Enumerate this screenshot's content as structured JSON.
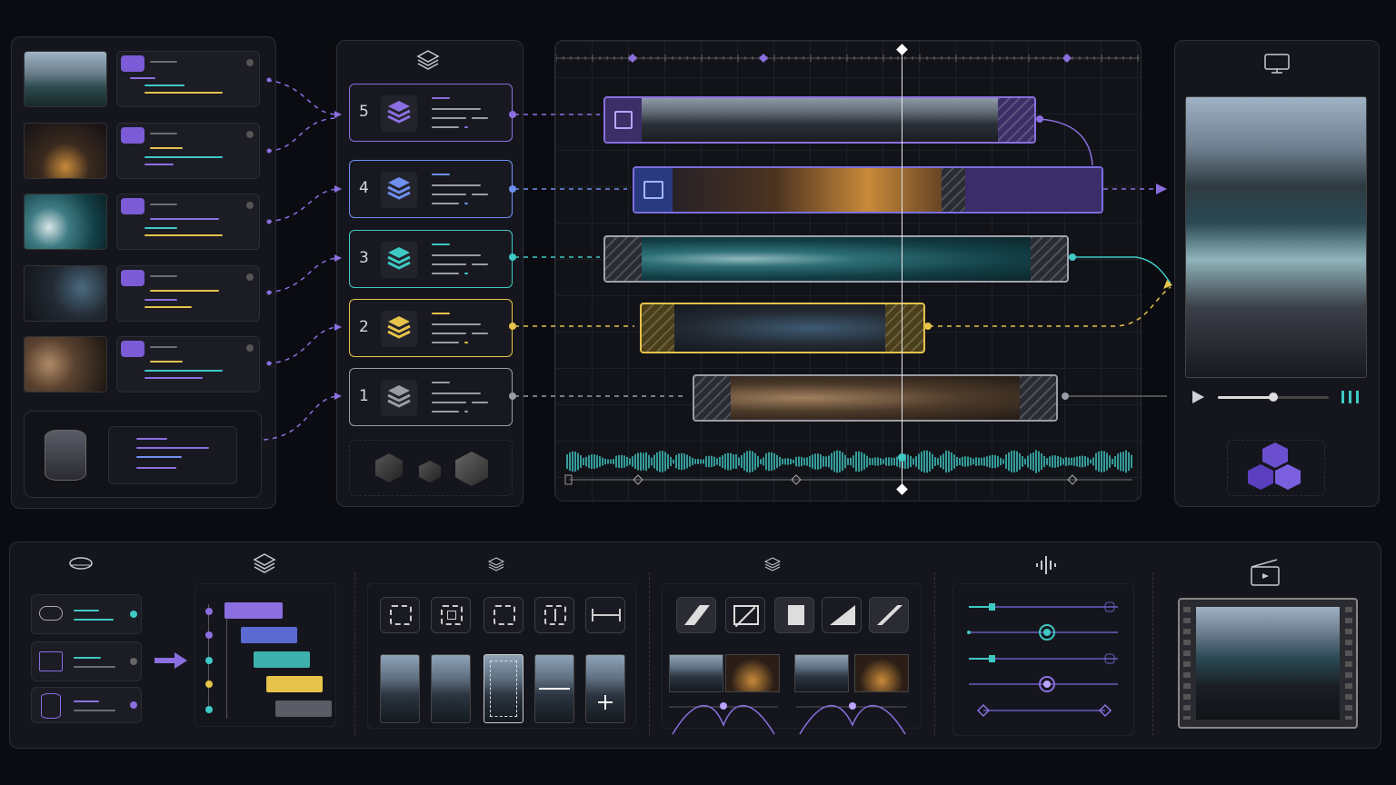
{
  "colors": {
    "purple": "#8b6fe0",
    "blue": "#6f8ff0",
    "teal": "#3fc9c4",
    "yellow": "#e6c34a",
    "gray": "#9a9ca6"
  },
  "layers": [
    {
      "number": "5",
      "color": "purple"
    },
    {
      "number": "4",
      "color": "blue"
    },
    {
      "number": "3",
      "color": "teal"
    },
    {
      "number": "2",
      "color": "yellow"
    },
    {
      "number": "1",
      "color": "gray"
    }
  ],
  "sources": [
    {
      "icon": "cloud-icon",
      "thumb": "mountain-lake"
    },
    {
      "icon": "cloud-icon",
      "thumb": "city-street-night"
    },
    {
      "icon": "cloud-icon",
      "thumb": "ocean-waves"
    },
    {
      "icon": "cloud-icon",
      "thumb": "person-at-monitors"
    },
    {
      "icon": "cloud-icon",
      "thumb": "coffee-laptop"
    }
  ],
  "preview": {
    "progress": 0.5
  },
  "bottom_sections": [
    "cloud-icon",
    "layers-icon",
    "layers-small-icon",
    "layers-small-icon",
    "audio-wave-icon",
    "clapperboard-icon"
  ]
}
